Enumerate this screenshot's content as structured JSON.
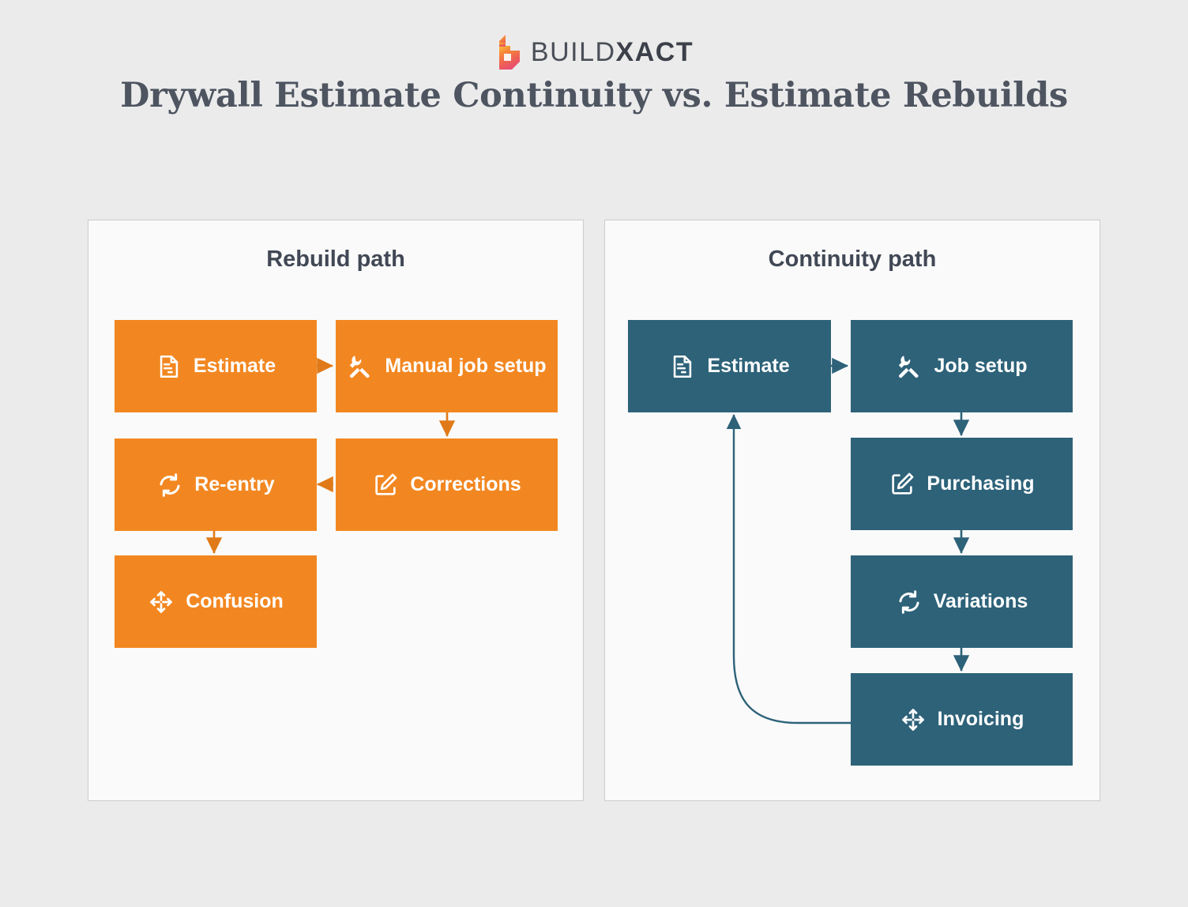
{
  "brand": {
    "logo_icon": "buildxact-b-logo-icon",
    "wordmark_light": "BUILD",
    "wordmark_bold": "XACT",
    "colors": {
      "logo_top": "#f9c23c",
      "logo_mid": "#f58a3c",
      "logo_bottom": "#e8556d",
      "wordmark": "#4a4f58"
    }
  },
  "title": "Drywall Estimate Continuity vs. Estimate Rebuilds",
  "colors": {
    "background": "#ebebeb",
    "panel_fill": "#fafafa",
    "panel_border": "#c9ccce",
    "orange": "#f28721",
    "teal": "#2d6279",
    "title_text": "#4e5561",
    "heading_text": "#414855",
    "node_text": "#ffffff"
  },
  "panels": [
    {
      "id": "rebuild",
      "heading": "Rebuild path",
      "accent": "#f28721",
      "nodes": [
        {
          "id": "rebuild-estimate",
          "label": "Estimate",
          "icon": "document-icon"
        },
        {
          "id": "rebuild-job-setup",
          "label": "Manual job setup",
          "icon": "tools-icon"
        },
        {
          "id": "rebuild-re-entry",
          "label": "Re-entry",
          "icon": "refresh-cycle-icon"
        },
        {
          "id": "rebuild-corrections",
          "label": "Corrections",
          "icon": "edit-pencil-icon"
        },
        {
          "id": "rebuild-confusion",
          "label": "Confusion",
          "icon": "four-way-arrows-icon"
        }
      ],
      "edges": [
        {
          "from": "rebuild-estimate",
          "to": "rebuild-job-setup",
          "direction": "right"
        },
        {
          "from": "rebuild-job-setup",
          "to": "rebuild-corrections",
          "direction": "down"
        },
        {
          "from": "rebuild-corrections",
          "to": "rebuild-re-entry",
          "direction": "left"
        },
        {
          "from": "rebuild-re-entry",
          "to": "rebuild-confusion",
          "direction": "down"
        }
      ]
    },
    {
      "id": "continuity",
      "heading": "Continuity path",
      "accent": "#2d6279",
      "nodes": [
        {
          "id": "continuity-estimate",
          "label": "Estimate",
          "icon": "document-icon"
        },
        {
          "id": "continuity-job-setup",
          "label": "Job setup",
          "icon": "tools-icon"
        },
        {
          "id": "continuity-purchasing",
          "label": "Purchasing",
          "icon": "edit-pencil-icon"
        },
        {
          "id": "continuity-variations",
          "label": "Variations",
          "icon": "refresh-cycle-icon"
        },
        {
          "id": "continuity-invoicing",
          "label": "Invoicing",
          "icon": "four-way-arrows-icon"
        }
      ],
      "edges": [
        {
          "from": "continuity-estimate",
          "to": "continuity-job-setup",
          "direction": "right"
        },
        {
          "from": "continuity-job-setup",
          "to": "continuity-purchasing",
          "direction": "down"
        },
        {
          "from": "continuity-purchasing",
          "to": "continuity-variations",
          "direction": "down"
        },
        {
          "from": "continuity-variations",
          "to": "continuity-invoicing",
          "direction": "down"
        },
        {
          "from": "continuity-invoicing",
          "to": "continuity-estimate",
          "direction": "curved-feedback-loop"
        }
      ]
    }
  ]
}
